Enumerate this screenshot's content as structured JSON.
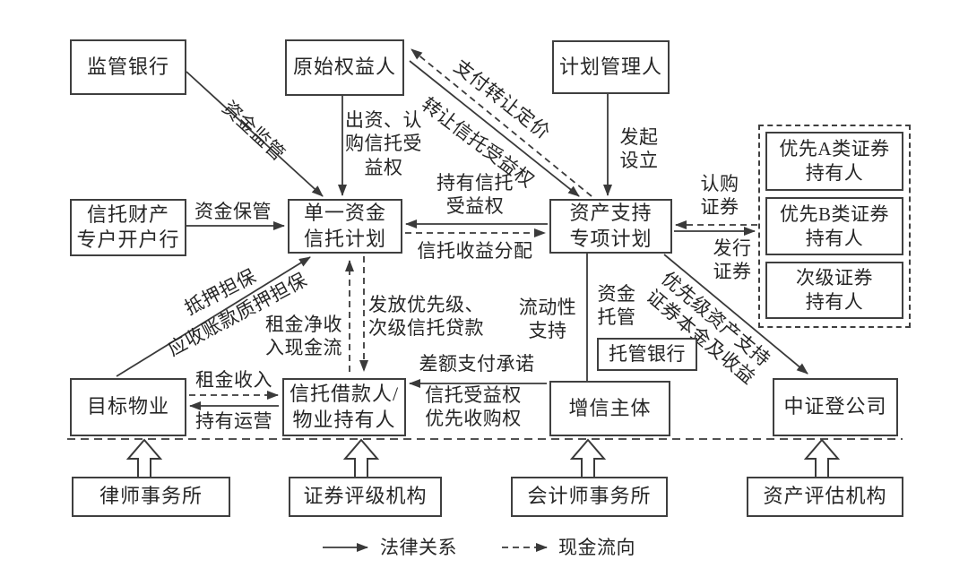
{
  "boxes": {
    "supervising_bank": "监管银行",
    "original_owner": "原始权益人",
    "plan_manager": "计划管理人",
    "trust_account_bank": "信托财产\n专户开户行",
    "trust_plan": "单一资金\n信托计划",
    "abs_plan": "资产支持\n专项计划",
    "senior_a_holders": "优先A类证券\n持有人",
    "senior_b_holders": "优先B类证券\n持有人",
    "subordinate_holders": "次级证券\n持有人",
    "target_property": "目标物业",
    "borrower": "信托借款人/\n物业持有人",
    "custodian_bank": "托管银行",
    "credit_enhancer": "增信主体",
    "csdc": "中证登公司",
    "law_firm": "律师事务所",
    "rating_agency": "证券评级机构",
    "accounting_firm": "会计师事务所",
    "appraisal_agency": "资产评估机构"
  },
  "edge_labels": {
    "funds_supervision": "资金监管",
    "contribute": "出资、认\n购信托受\n益权",
    "funds_custody": "资金保管",
    "pay_transfer_price": "支付转让定价",
    "transfer_beneficiary": "转让信托受益权",
    "initiate": "发起\n设立",
    "hold_beneficiary": "持有信托\n受益权",
    "income_distribution": "信托收益分配",
    "subscribe": "认购\n证券",
    "issue": "发行\n证券",
    "senior_principal": "优先级资产支持\n证券本金及收益",
    "liquidity": "流动性\n支持",
    "funds_trusteeship": "资金\n托管",
    "net_rent": "租金净收\n入现金流",
    "loan_grant": "发放优先级、\n次级信托贷款",
    "rent_income": "租金收入",
    "hold_operate": "持有运营",
    "shortfall": "差额支付承诺",
    "beneficiary_priority": "信托受益权\n优先收购权",
    "mortgage": "抵押担保",
    "receivables_pledge": "应收账款质押担保"
  },
  "legend": {
    "legal": "法律关系",
    "cash": "现金流向"
  },
  "colors": {
    "line": "#3a3a3a",
    "text": "#262626",
    "background": "#ffffff"
  }
}
